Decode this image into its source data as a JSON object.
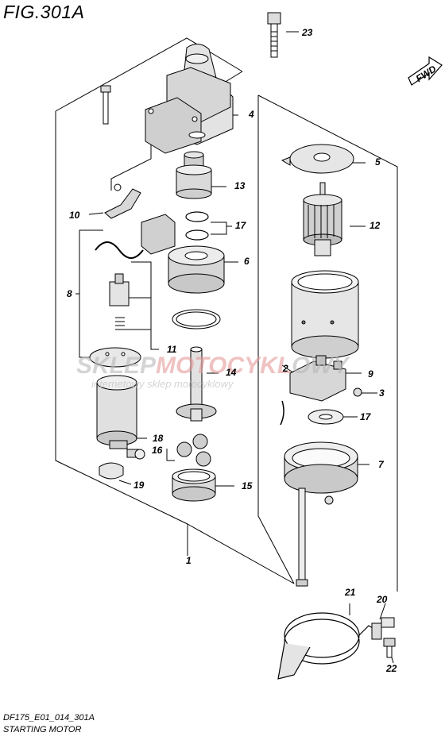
{
  "figure": {
    "title": "FIG.301A",
    "model_code": "DF175_E01_014_301A",
    "name": "STARTING MOTOR",
    "direction_label": "FWD"
  },
  "watermark": {
    "brand_a": "SKLEP",
    "brand_b": "MOTO",
    "brand_c": "CYKL",
    "brand_d": "OWY",
    "tagline": "internetowy sklep motocyklowy"
  },
  "callouts": [
    "1",
    "2",
    "3",
    "4",
    "5",
    "6",
    "7",
    "8",
    "9",
    "10",
    "11",
    "12",
    "13",
    "14",
    "15",
    "16",
    "17",
    "17",
    "18",
    "19",
    "20",
    "21",
    "22",
    "23"
  ],
  "colors": {
    "line": "#000000",
    "watermark_gray": "#c9c9c9",
    "watermark_red": "#e8a0a0",
    "fill_light": "#eeeeee",
    "fill_mid": "#d4d4d4",
    "fill_dark": "#9a9a9a"
  }
}
